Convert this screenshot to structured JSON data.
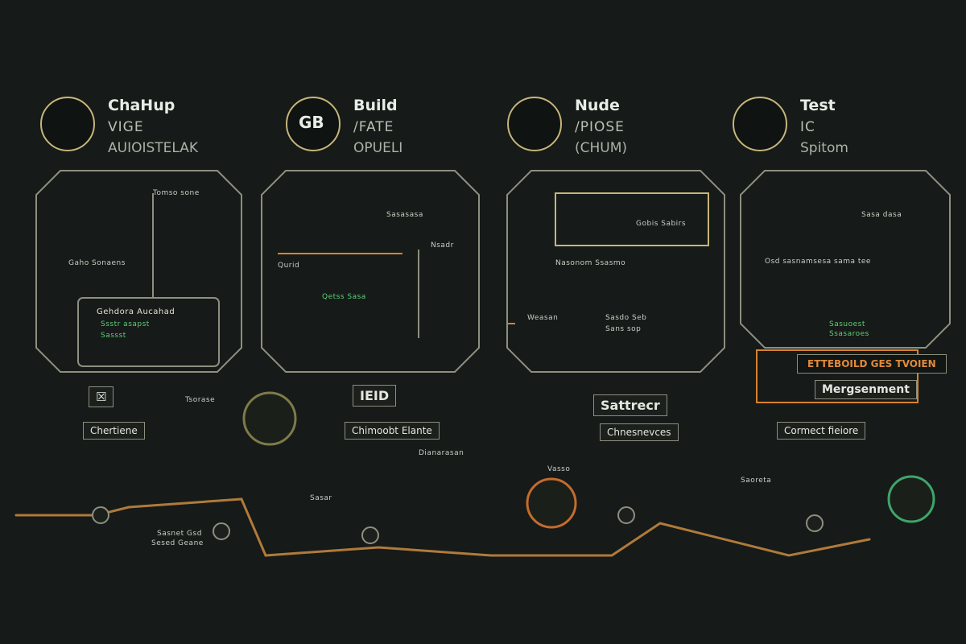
{
  "columns": [
    {
      "title": "ChaHup",
      "sub1": "VIGE",
      "sub2": "AUIOISTELAK",
      "avatar_icon": "mascot-icon",
      "panel_top_right": "Tomso sone",
      "panel_label": "Gaho Sonaens",
      "inner_title": "Gehdora Aucahad",
      "inner_lines": [
        "Ssstr asapst",
        "Sassst"
      ],
      "badge": "☒",
      "node_label": "Chertiene",
      "side_label": "Tsorase"
    },
    {
      "title": "Build",
      "sub1": "/FATE",
      "sub2": "OPUELI",
      "avatar_text": "GB",
      "panel_top_right": "Sasasasa",
      "panel_label": "Nsadr",
      "inner_title": "Qurid",
      "inner_lines": [
        "Qetss Sasa"
      ],
      "badge": "IEID",
      "node_label": "Chimoobt Elante",
      "side_label": "Dianarasan"
    },
    {
      "title": "Nude",
      "sub1": "/PIOSE",
      "sub2": "(CHUM)",
      "avatar_icon": "figure-icon",
      "panel_top_right": "Gobis Sabirs",
      "panel_label": "Nasonom Ssasmo",
      "inner_title": "Weasan",
      "inner_lines": [
        "Sasdo Seb",
        "Sans sop"
      ],
      "badge": "Sattrecr",
      "node_label": "Chnesnevces",
      "side_label": "Vasso"
    },
    {
      "title": "Test",
      "sub1": "IC",
      "sub2": "Spitom",
      "avatar_icon": "target-icon",
      "panel_top_right": "Sasa dasa",
      "panel_label": "Osd sasnamsesa sama tee",
      "inner_title": "Sasuoest",
      "inner_lines": [
        "Ssasaroes"
      ],
      "badge": "ETTEBOILD GES TVOIEN",
      "node_label": "Cormect fieiore",
      "side_label": "Mergsenment"
    }
  ],
  "footer_labels": [
    "Sasnet Gsd",
    "Sesed Geane",
    "Sasar",
    "Saoreta"
  ],
  "colors": {
    "background": "#161a18",
    "line": "#8d8f80",
    "accent_orange": "#d9822f",
    "accent_green": "#4fbf6a"
  }
}
